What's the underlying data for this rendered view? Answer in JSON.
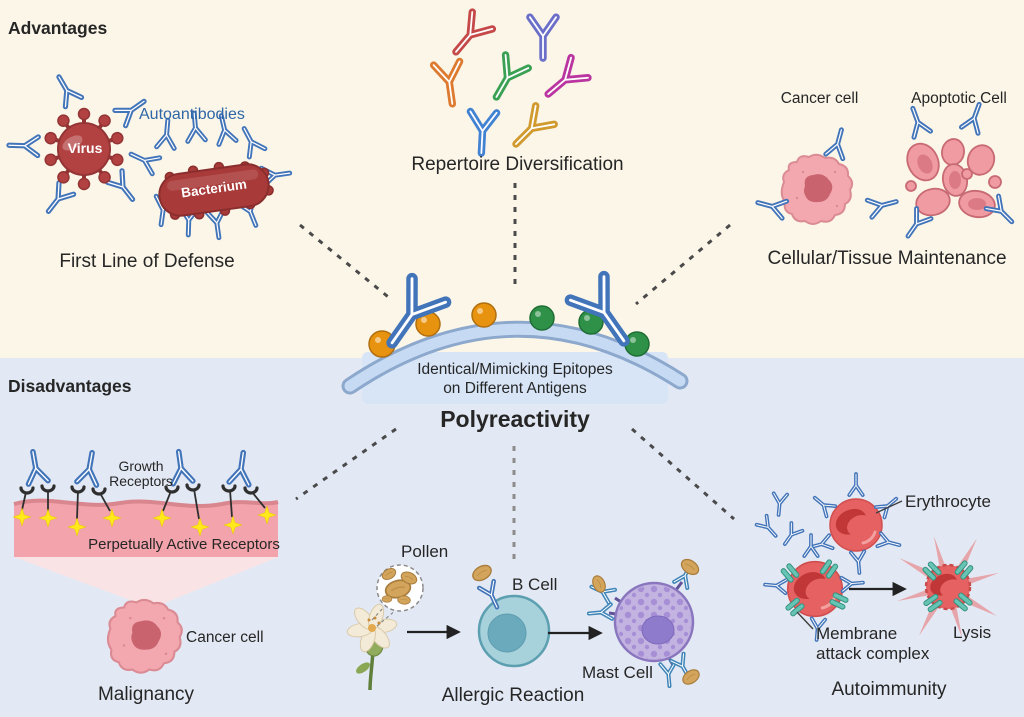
{
  "advantages": {
    "heading": "Advantages",
    "first_line_of_defense": {
      "caption": "First Line of Defense",
      "virus_label": "Virus",
      "bacterium_label": "Bacterium",
      "autoantibodies_label": "Autoantibodies"
    },
    "repertoire": {
      "caption": "Repertoire Diversification"
    },
    "maintenance": {
      "caption": "Cellular/Tissue Maintenance",
      "cancer_cell_label": "Cancer cell",
      "apoptotic_cell_label": "Apoptotic Cell"
    }
  },
  "center": {
    "epitope_caption": "Identical/Mimicking Epitopes\non Different Antigens",
    "title": "Polyreactivity"
  },
  "disadvantages": {
    "heading": "Disadvantages",
    "malignancy": {
      "caption": "Malignancy",
      "growth_receptors_label": "Growth\nReceptors",
      "perpetually_active_label": "Perpetually Active Receptors",
      "cancer_cell_label": "Cancer cell"
    },
    "allergic": {
      "caption": "Allergic Reaction",
      "pollen_label": "Pollen",
      "b_cell_label": "B Cell",
      "mast_cell_label": "Mast Cell"
    },
    "autoimmunity": {
      "caption": "Autoimmunity",
      "erythrocyte_label": "Erythrocyte",
      "mac_label": "Membrane\nattack complex",
      "lysis_label": "Lysis"
    }
  },
  "colors": {
    "antibody_blue": "#4274B9",
    "epitope_orange": "#E8930F",
    "epitope_green": "#2F9148",
    "pathogen_red": "#B24242",
    "cell_pink": "#F3A7AF",
    "bcell_teal": "#A7D1DB",
    "mast_purple": "#C3B3E1",
    "erythrocyte_red": "#E66161",
    "mac_teal": "#66C4B4",
    "star_yellow": "#FFE81C",
    "membrane_blue": "#C7DAF3",
    "bg_top": "#FBF6E8",
    "bg_bottom": "#E3E9F4"
  }
}
